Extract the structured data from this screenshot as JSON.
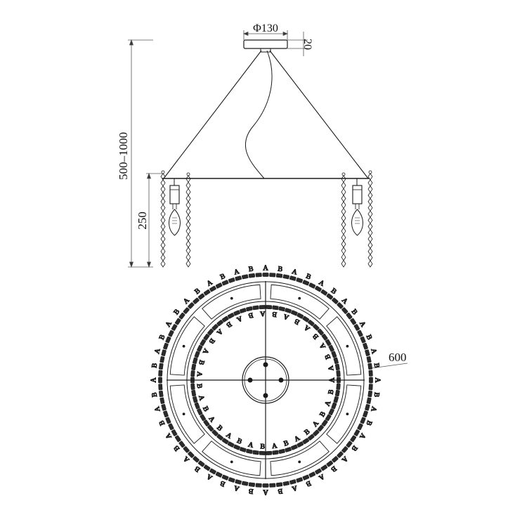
{
  "dimensions": {
    "canopy_diameter": "Φ130",
    "canopy_height": "20",
    "total_drop": "500–1000",
    "body_height": "250",
    "outer_diameter": "600"
  },
  "crystal_labels": {
    "a": "A",
    "b": "B"
  },
  "colors": {
    "line": "#1a1a1a",
    "dim_line": "#555555",
    "background": "#ffffff"
  }
}
